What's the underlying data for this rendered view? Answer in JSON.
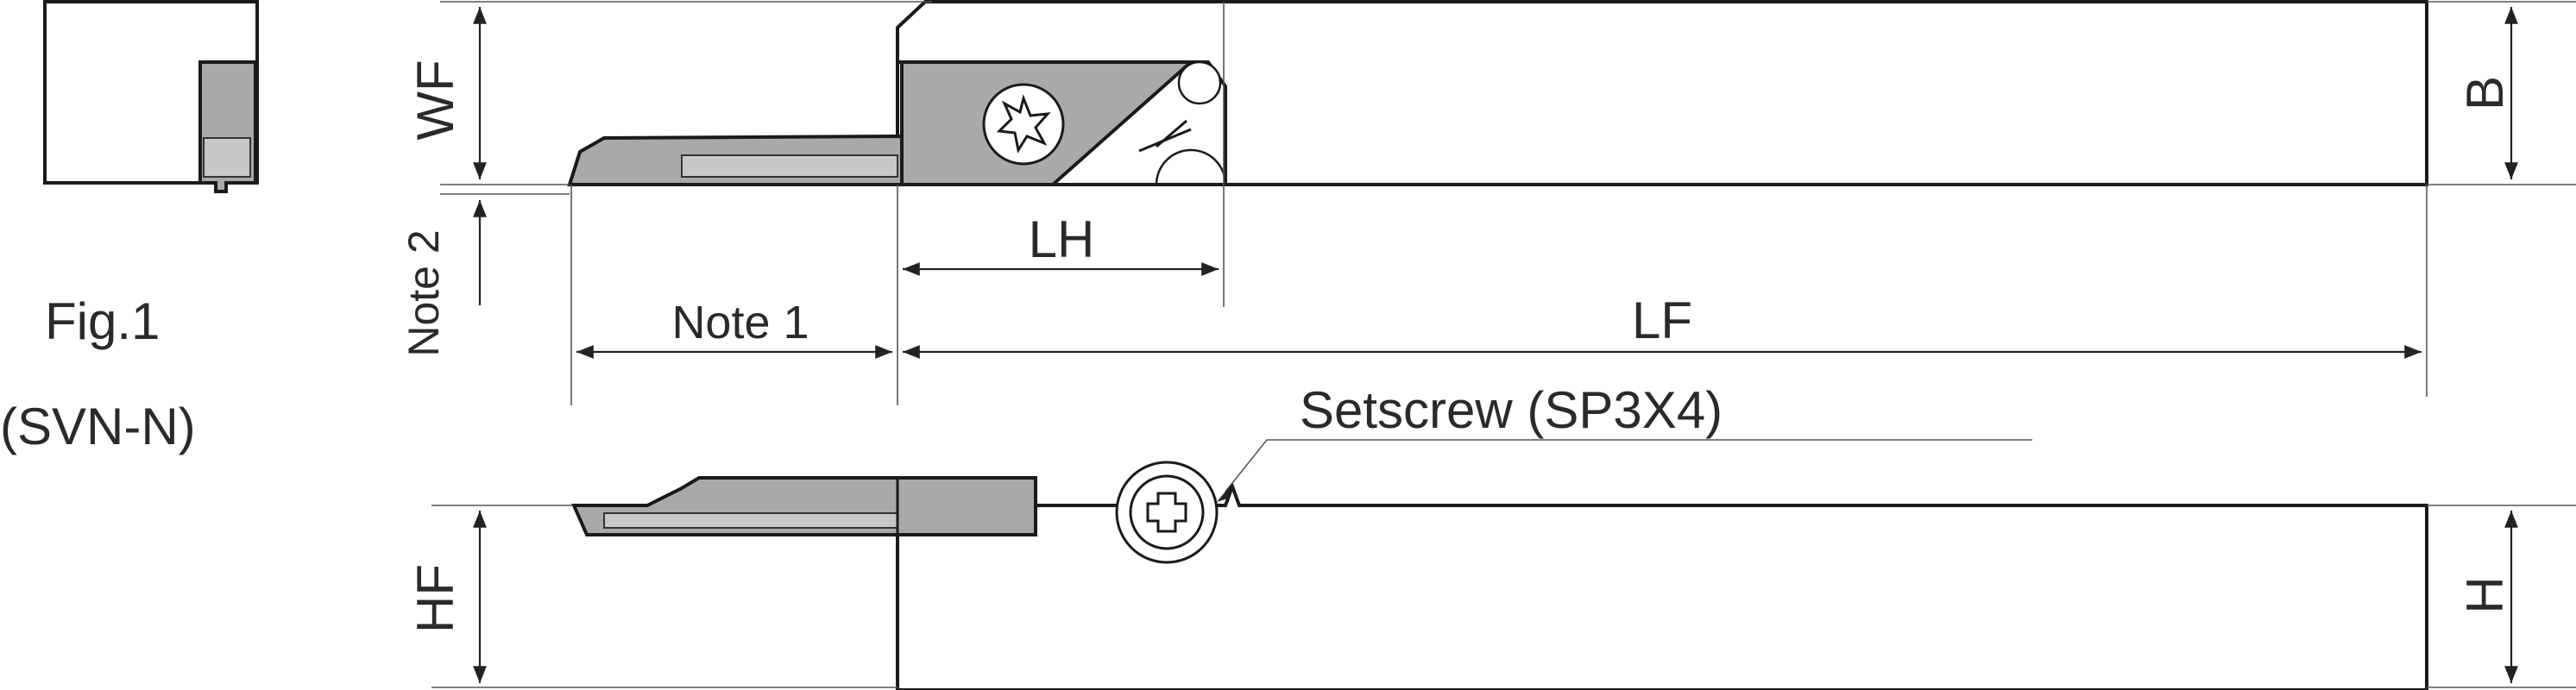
{
  "figure": {
    "fig_label": "Fig.1",
    "fig_model": "(SVN-N)"
  },
  "dimensions": {
    "wf": "WF",
    "note2": "Note 2",
    "b": "B",
    "lh": "LH",
    "note1": "Note 1",
    "lf": "LF",
    "hf": "HF",
    "h": "H"
  },
  "callouts": {
    "setscrew": "Setscrew (SP3X4)"
  },
  "colors": {
    "line": "#1a1a1a",
    "insert_fill": "#a9a9a9",
    "background": "#ffffff"
  }
}
